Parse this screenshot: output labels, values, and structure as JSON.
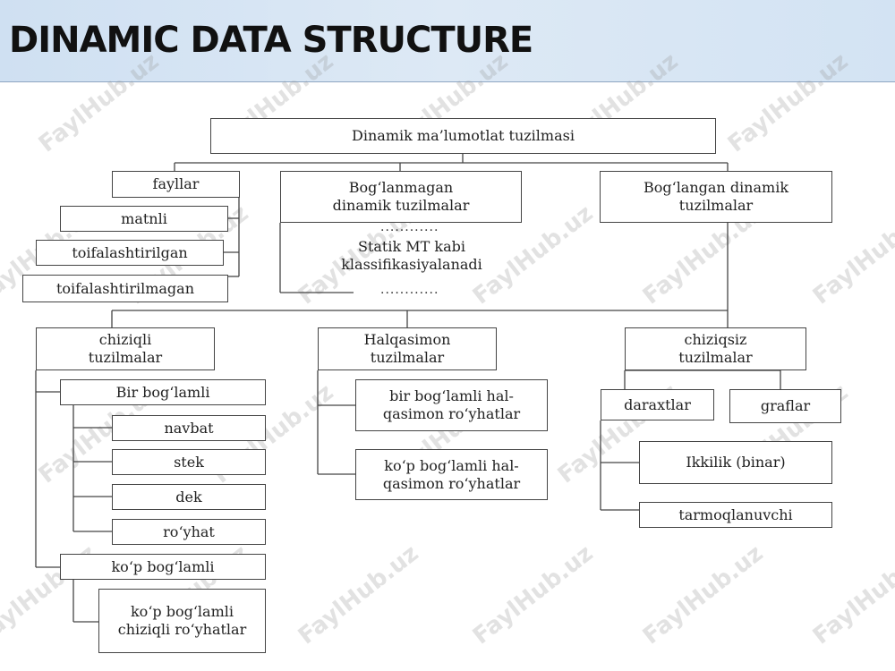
{
  "slide": {
    "title": "DINAMIC DATA STRUCTURE"
  },
  "watermark": "FaylHub.uz",
  "diagram": {
    "root": "Dinamik ma’lumotlat tuzilmasi",
    "fayllar": "fayllar",
    "matnli": "matnli",
    "toifalashtirilgan": "toifalashtirilgan",
    "toifalashtirilmagan": "toifalashtirilmagan",
    "boglanmagan": "Bog‘lanmagan\ndinamik tuzilmalar",
    "dots_top": "............",
    "statik": "Statik MT kabi\nklassifikasiyalanadi",
    "dots_bottom": "............",
    "boglangan": "Bog‘langan dinamik\ntuzilmalar",
    "chiziqli": "chiziqli\ntuzilmalar",
    "bir_boglamli": "Bir bog‘lamli",
    "navbat": "navbat",
    "stek": "stek",
    "dek": "dek",
    "royhat": "ro‘yhat",
    "kop_boglamli": "ko‘p bog‘lamli",
    "kop_chiziqli": "ko‘p bog‘lamli\nchiziqli ro‘yhatlar",
    "halqasimon": "Halqasimon\ntuzilmalar",
    "bir_halqa": "bir bog‘lamli hal-\nqasimon ro‘yhatlar",
    "kop_halqa": "ko‘p bog‘lamli hal-\nqasimon ro‘yhatlar",
    "chiziqsiz": "chiziqsiz\ntuzilmalar",
    "daraxtlar": "daraxtlar",
    "graflar": "graflar",
    "ikkilik": "Ikkilik (binar)",
    "tarmoqlanuvchi": "tarmoqlanuvchi"
  }
}
